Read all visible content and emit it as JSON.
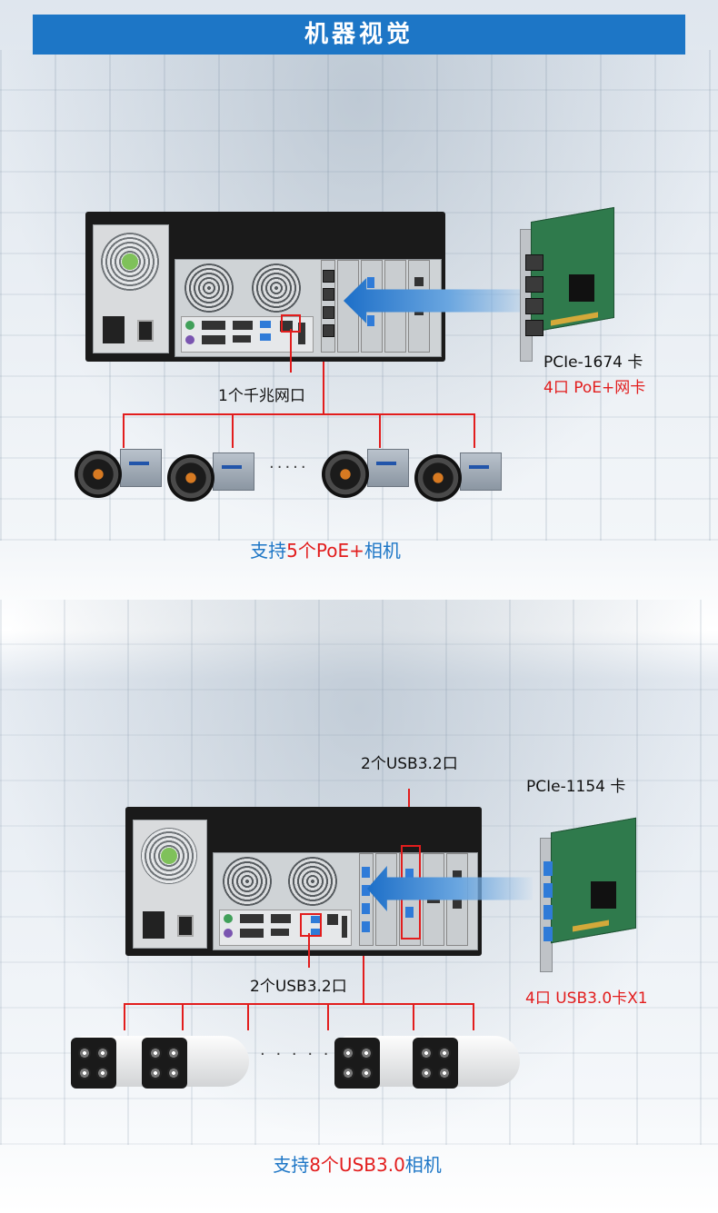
{
  "banner": {
    "title": "机器视觉"
  },
  "section1": {
    "card_name": "PCIe-1674 卡",
    "card_desc": "4口 PoE+网卡",
    "port_label": "1个千兆网口",
    "dots": "·····",
    "caption_pre": "支持",
    "caption_hl": "5个PoE+",
    "caption_post": "相机"
  },
  "section2": {
    "card_name": "PCIe-1154 卡",
    "card_desc": "4口 USB3.0卡X1",
    "port_label_top": "2个USB3.2口",
    "port_label_bottom": "2个USB3.2口",
    "dots": "· · · · ·",
    "caption_pre": "支持",
    "caption_hl": "8个USB3.0",
    "caption_post": "相机"
  },
  "colors": {
    "accent": "#1d76c6",
    "highlight": "#e21d1d"
  }
}
